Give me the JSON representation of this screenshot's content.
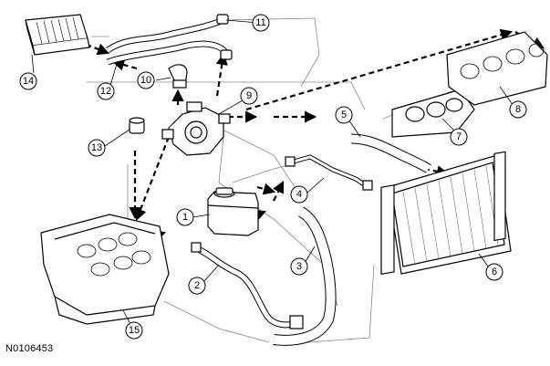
{
  "figure_id": "N0106453",
  "callouts": {
    "c1": "1",
    "c2": "2",
    "c3": "3",
    "c4": "4",
    "c5": "5",
    "c6": "6",
    "c7": "7",
    "c8": "8",
    "c9": "9",
    "c10": "10",
    "c11": "11",
    "c12": "12",
    "c13": "13",
    "c14": "14",
    "c15": "15"
  },
  "colors": {
    "line": "#000000",
    "callout_fill": "#ffffff",
    "flow_line": "#777777"
  }
}
